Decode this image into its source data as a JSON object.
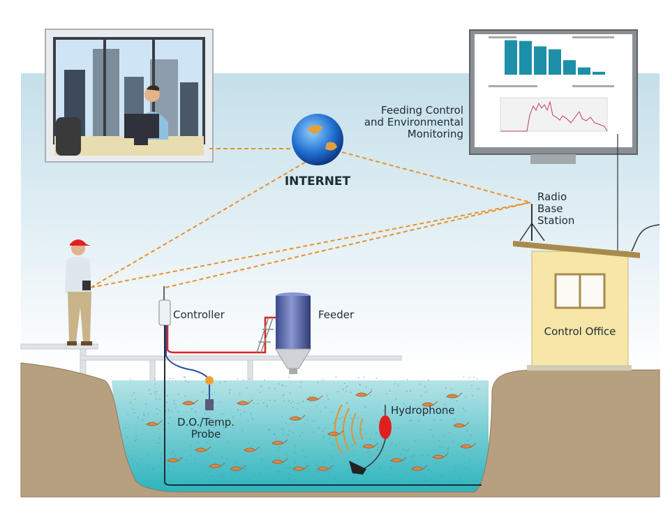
{
  "labels": {
    "monitoring": [
      "Feeding Control",
      "and Environmental",
      "Monitoring"
    ],
    "internet": "INTERNET",
    "radio": [
      "Radio",
      "Base",
      "Station"
    ],
    "controller": "Controller",
    "feeder": "Feeder",
    "control_office": "Control Office",
    "probe": [
      "D.O./Temp.",
      "Probe"
    ],
    "hydrophone": "Hydrophone"
  },
  "colors": {
    "link": "#e8902a",
    "ground": "#b7a07f",
    "water_top": "#b5e3e6",
    "water_bottom": "#2db4bd",
    "sky": "#cfe5ee",
    "bar": "#1d8fa8"
  }
}
